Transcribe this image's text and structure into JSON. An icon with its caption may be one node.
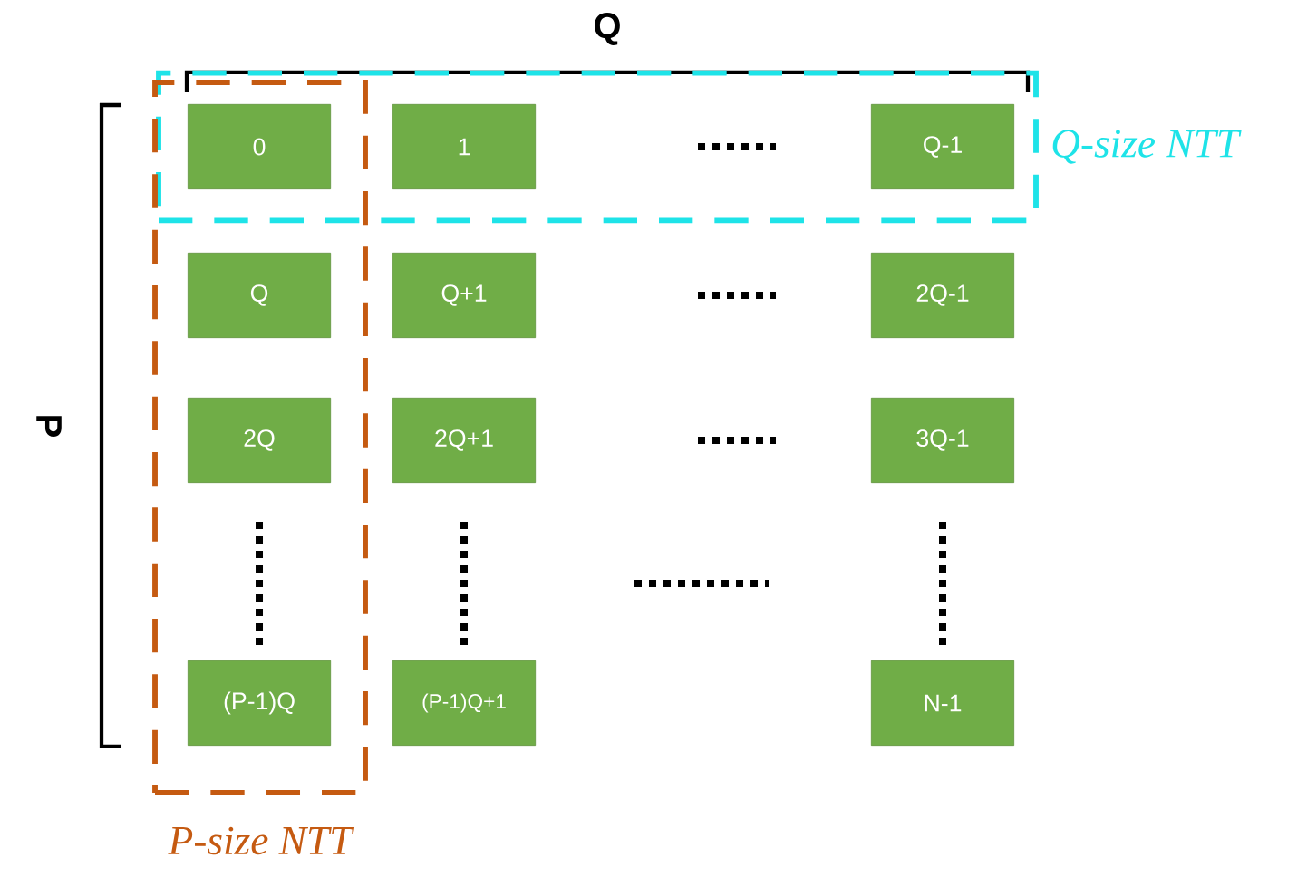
{
  "diagram": {
    "nodes": [
      {
        "text": [
          "Q-size NTT"
        ]
      },
      {
        "text": [
          "P-size NTT"
        ]
      },
      {
        "text": [
          "0"
        ]
      },
      {
        "text": [
          "1"
        ],
        "in": 0
      },
      {
        "text": [
          "Q-1"
        ],
        "in": 0
      },
      {
        "text": [
          "Q"
        ],
        "in": 1
      },
      {
        "text": [
          "Q+1"
        ]
      },
      {
        "text": [
          "2Q-1"
        ]
      },
      {
        "text": [
          "2Q"
        ],
        "in": 1
      },
      {
        "text": [
          "2Q+1"
        ]
      },
      {
        "text": [
          "3Q-1"
        ]
      },
      {
        "text": [
          "(P-1)Q"
        ],
        "in": 1
      },
      {
        "text": [
          "(P-1)Q+1"
        ]
      },
      {
        "text": [
          "N-1"
        ]
      }
    ],
    "labels": [
      "Q",
      "P"
    ]
  }
}
